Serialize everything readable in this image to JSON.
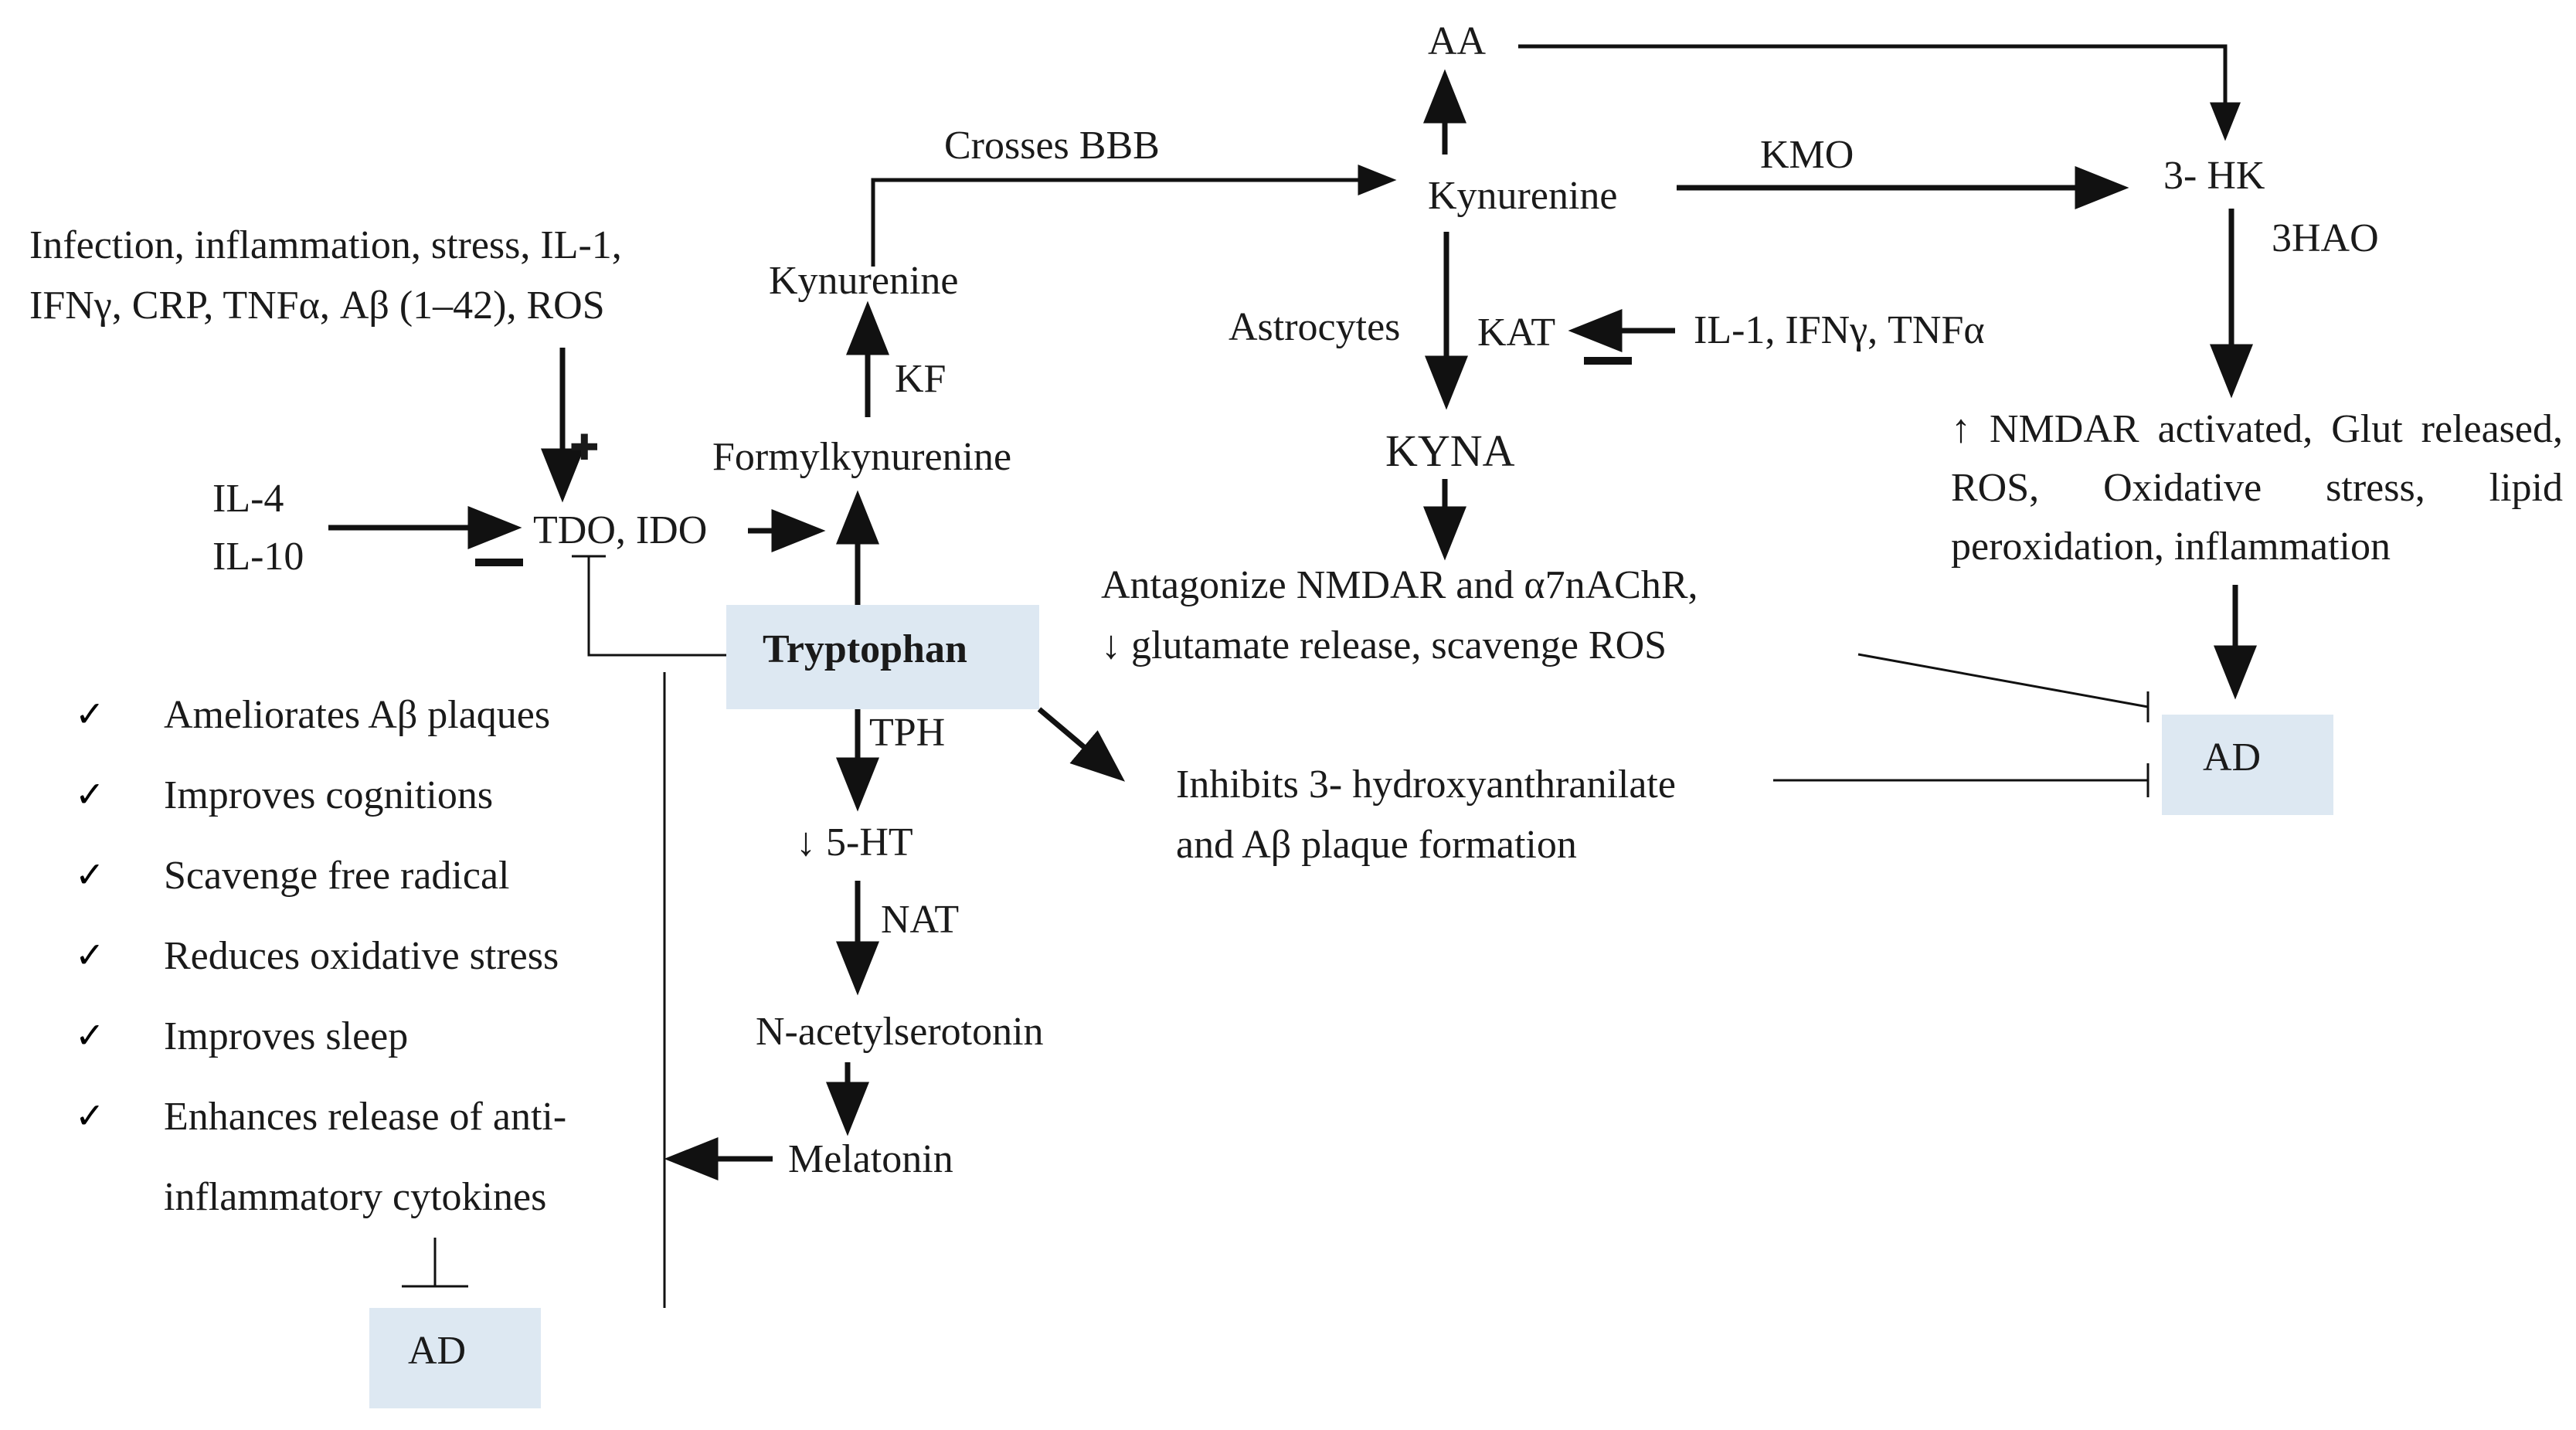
{
  "labels": {
    "aa": "AA",
    "crosses_bbb": "Crosses BBB",
    "kynurenine_brain": "Kynurenine",
    "kmo": "KMO",
    "hk3": "3- HK",
    "hao3": "3HAO",
    "triggers_line1": "Infection, inflammation, stress, IL-1,",
    "triggers_line2": "IFNγ, CRP, TNFα, Aβ (1–42), ROS",
    "kynurenine_periph": "Kynurenine",
    "kf": "KF",
    "astrocytes": "Astrocytes",
    "kat": "KAT",
    "cytokines_kat": "IL-1, IFNγ, TNFα",
    "kyna": "KYNA",
    "formylkynurenine": "Formylkynurenine",
    "il4": "IL-4",
    "il10": "IL-10",
    "tdo_ido": "TDO, IDO",
    "nmdar_effects": "↑  NMDAR activated, Glut released, ROS, Oxidative stress, lipid peroxidation, inflammation",
    "kyna_effect_line1": "Antagonize NMDAR and α7nAChR,",
    "kyna_effect_line2": "↓ glutamate release, scavenge ROS",
    "tryptophan": "Tryptophan",
    "tph": "TPH",
    "ht5": "↓ 5-HT",
    "nat": "NAT",
    "n_acetylserotonin": "N-acetylserotonin",
    "melatonin": "Melatonin",
    "inhibits_line1": "Inhibits 3- hydroxyanthranilate",
    "inhibits_line2": "and Aβ plaque formation",
    "ad_right": "AD",
    "ad_bottom": "AD",
    "plus_sign": "✚"
  },
  "melatonin_effects": [
    "Ameliorates Aβ  plaques",
    "Improves cognitions",
    "Scavenge free radical",
    "Reduces oxidative stress",
    "Improves sleep",
    "Enhances release of anti-",
    "inflammatory cytokines"
  ],
  "check_mark": "✓",
  "colors": {
    "box_fill": "#dde8f2",
    "ink": "#1a1a1a"
  }
}
